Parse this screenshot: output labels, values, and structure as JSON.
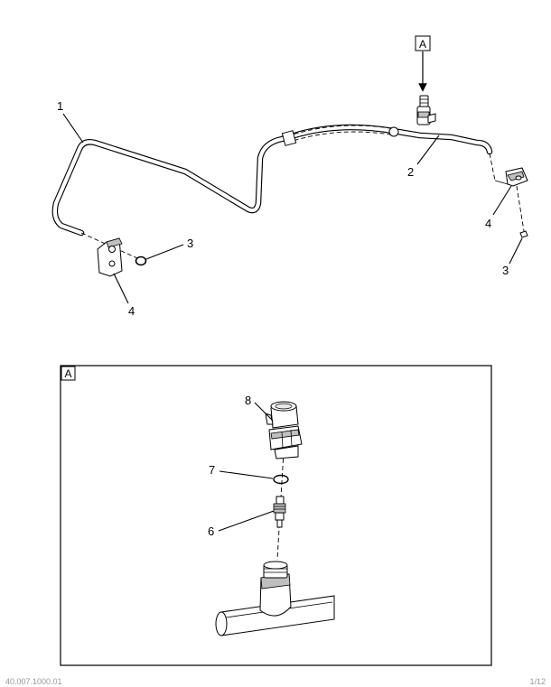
{
  "view_label": "A",
  "callouts": {
    "c1": "1",
    "c2": "2",
    "c3_left": "3",
    "c3_right": "3",
    "c4_left": "4",
    "c4_right": "4",
    "c6": "6",
    "c7": "7",
    "c8": "8"
  },
  "footer": {
    "left": "40.007.1000.01",
    "right": "1/12"
  }
}
